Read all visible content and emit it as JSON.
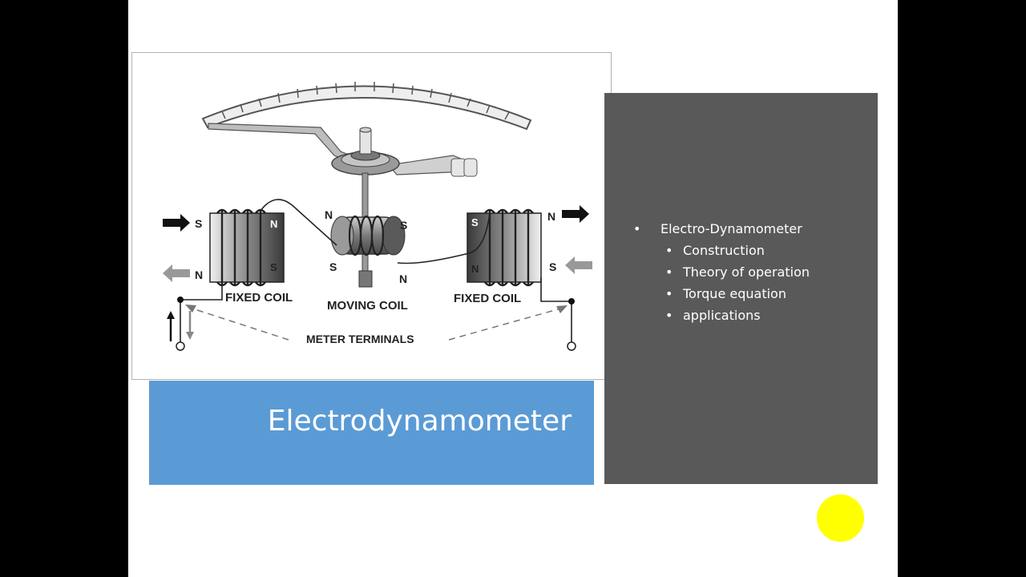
{
  "slide": {
    "title": "Electrodynamometer",
    "bullets": [
      {
        "level": 1,
        "text": "Electro-Dynamometer"
      },
      {
        "level": 2,
        "text": "Construction"
      },
      {
        "level": 2,
        "text": "Theory of operation"
      },
      {
        "level": 2,
        "text": "Torque equation"
      },
      {
        "level": 2,
        "text": "applications"
      }
    ],
    "bullet_symbol": "•"
  },
  "diagram": {
    "labels": {
      "fixed_coil_left": "FIXED COIL",
      "moving_coil": "MOVING COIL",
      "fixed_coil_right": "FIXED COIL",
      "meter_terminals": "METER TERMINALS"
    },
    "poles": {
      "left_top_outer": "S",
      "left_bottom_outer": "N",
      "left_top_inner": "N",
      "left_bottom_inner": "S",
      "moving_top_left": "N",
      "moving_top_right": "S",
      "moving_bottom_left": "S",
      "moving_bottom_right": "N",
      "right_top_inner": "S",
      "right_bottom_inner": "N",
      "right_top_outer": "N",
      "right_bottom_outer": "S"
    }
  },
  "colors": {
    "title_box": "#5b9bd5",
    "content_box": "#595959",
    "pointer": "#ffff00"
  }
}
